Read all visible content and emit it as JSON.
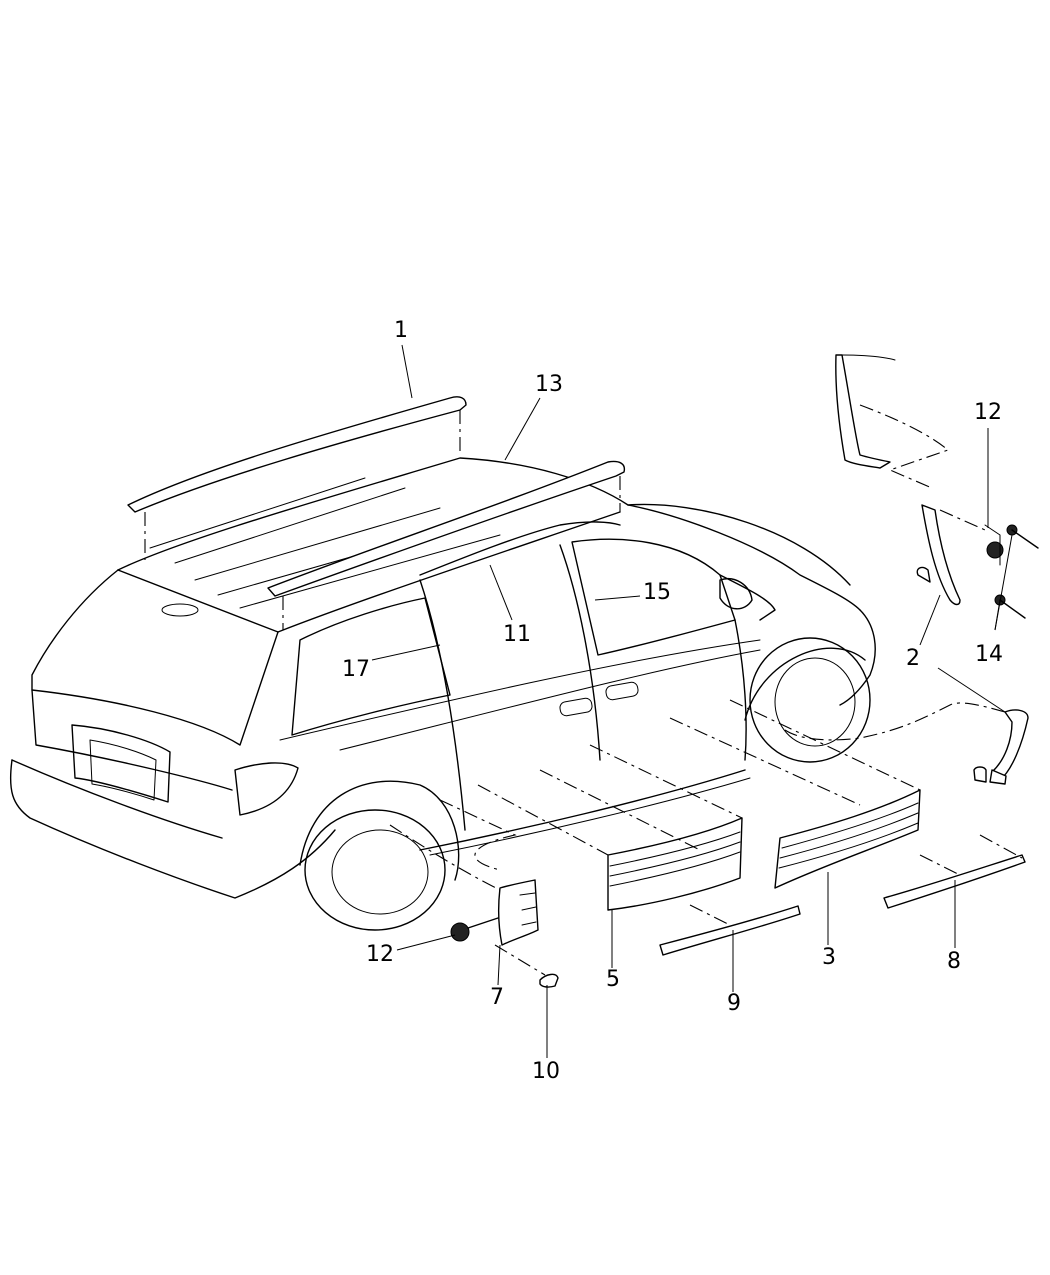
{
  "callouts": {
    "c1": "1",
    "c13": "13",
    "c12_top": "12",
    "c15": "15",
    "c11": "11",
    "c17": "17",
    "c2": "2",
    "c14": "14",
    "c12_bottom": "12",
    "c7": "7",
    "c10": "10",
    "c5": "5",
    "c9": "9",
    "c3": "3",
    "c8": "8"
  }
}
